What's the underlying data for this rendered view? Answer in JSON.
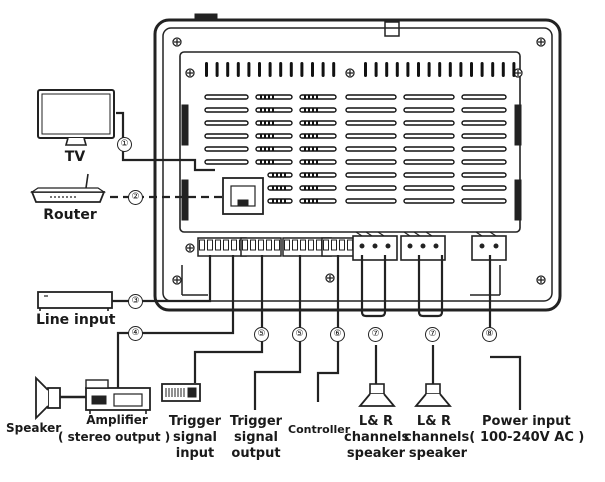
{
  "devices": {
    "tv": "TV",
    "router": "Router",
    "line_input": "Line input",
    "speaker": "Speaker",
    "amplifier": "Amplifier",
    "amplifier_note": "( stereo output )",
    "trigger_in": [
      "Trigger",
      "signal",
      "input"
    ],
    "trigger_out": [
      "Trigger",
      "signal",
      "output"
    ],
    "controller": "Controller",
    "lr_left": [
      "L& R",
      "channels",
      "speaker"
    ],
    "lr_right": [
      "L& R",
      "channels(",
      "speaker"
    ],
    "power": [
      "Power input",
      "100-240V AC )"
    ]
  },
  "callouts": {
    "n1": "①",
    "n2": "②",
    "n3": "③",
    "n4": "④",
    "n5a": "⑤",
    "n5b": "⑤",
    "n6": "⑥",
    "n7a": "⑦",
    "n7b": "⑦",
    "n8": "⑧"
  },
  "colors": {
    "line": "#222222",
    "panel": "#ffffff",
    "slot": "#111111"
  }
}
